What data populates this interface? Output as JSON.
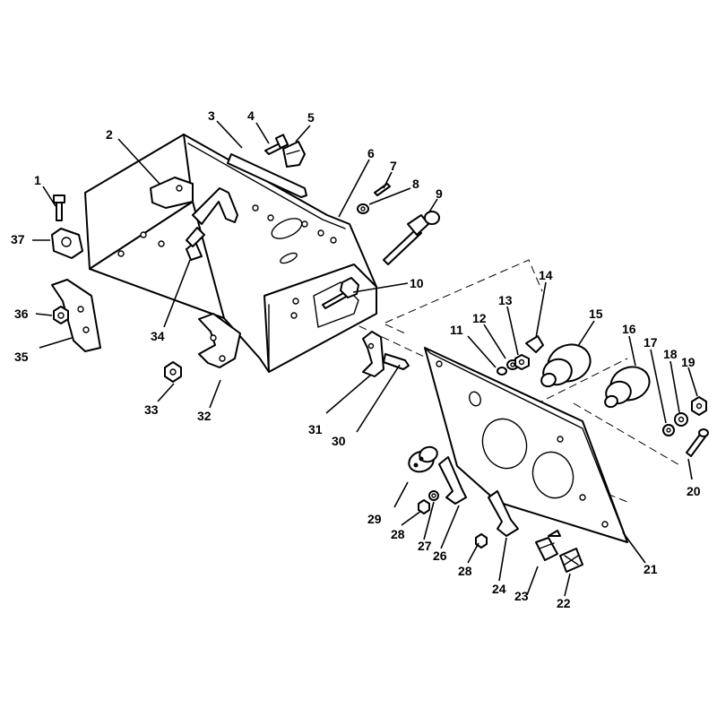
{
  "diagram": {
    "callouts": [
      {
        "id": "1",
        "label": "1"
      },
      {
        "id": "2",
        "label": "2"
      },
      {
        "id": "3",
        "label": "3"
      },
      {
        "id": "4",
        "label": "4"
      },
      {
        "id": "5",
        "label": "5"
      },
      {
        "id": "6",
        "label": "6"
      },
      {
        "id": "7",
        "label": "7"
      },
      {
        "id": "8",
        "label": "8"
      },
      {
        "id": "9",
        "label": "9"
      },
      {
        "id": "10",
        "label": "10"
      },
      {
        "id": "11",
        "label": "11"
      },
      {
        "id": "12",
        "label": "12"
      },
      {
        "id": "13",
        "label": "13"
      },
      {
        "id": "14",
        "label": "14"
      },
      {
        "id": "15",
        "label": "15"
      },
      {
        "id": "16",
        "label": "16"
      },
      {
        "id": "17",
        "label": "17"
      },
      {
        "id": "18",
        "label": "18"
      },
      {
        "id": "19",
        "label": "19"
      },
      {
        "id": "20",
        "label": "20"
      },
      {
        "id": "21",
        "label": "21"
      },
      {
        "id": "22",
        "label": "22"
      },
      {
        "id": "23",
        "label": "23"
      },
      {
        "id": "24",
        "label": "24"
      },
      {
        "id": "26",
        "label": "26"
      },
      {
        "id": "27",
        "label": "27"
      },
      {
        "id": "28a",
        "label": "28"
      },
      {
        "id": "28b",
        "label": "28"
      },
      {
        "id": "29",
        "label": "29"
      },
      {
        "id": "30",
        "label": "30"
      },
      {
        "id": "31",
        "label": "31"
      },
      {
        "id": "32",
        "label": "32"
      },
      {
        "id": "33",
        "label": "33"
      },
      {
        "id": "34",
        "label": "34"
      },
      {
        "id": "35",
        "label": "35"
      },
      {
        "id": "36",
        "label": "36"
      },
      {
        "id": "37",
        "label": "37"
      }
    ]
  }
}
